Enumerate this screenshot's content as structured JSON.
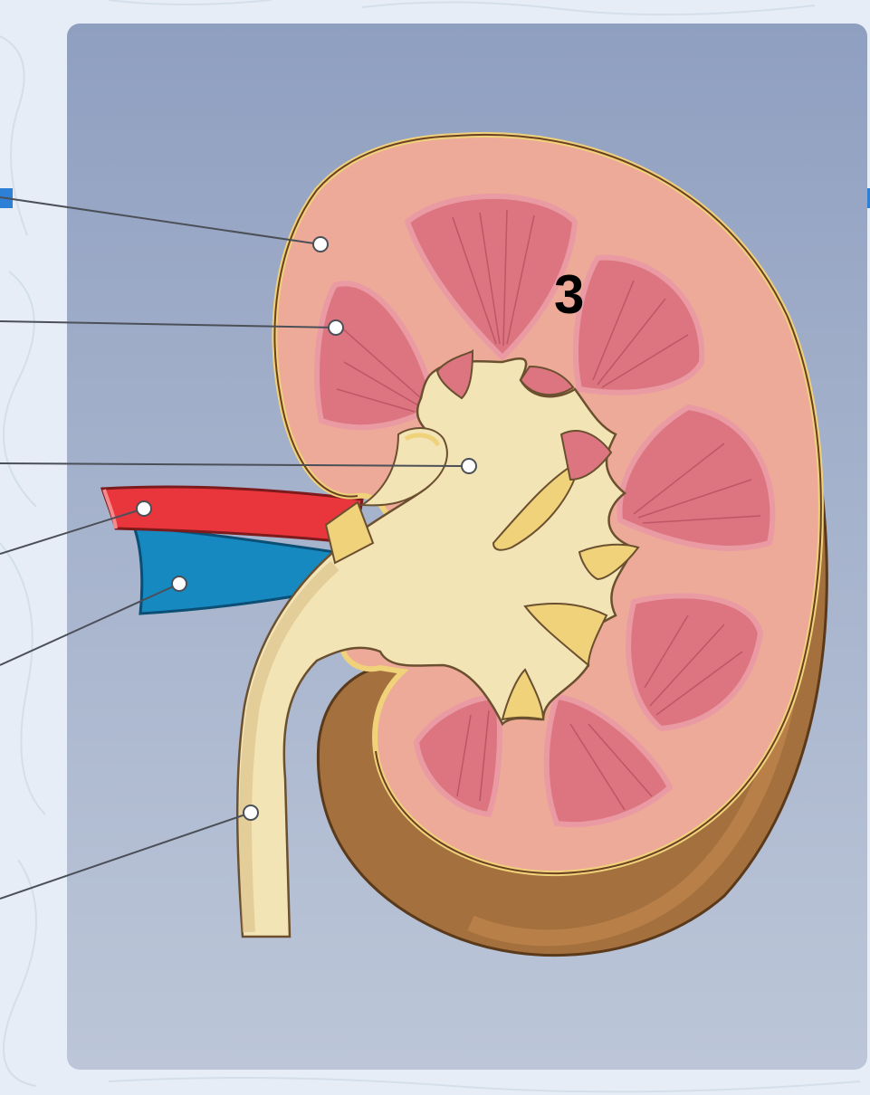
{
  "diagram": {
    "marker_number": "3",
    "colors": {
      "panel_top": "#8f9fc0",
      "cortex": "#eeaa98",
      "pyramid": "#dc7580",
      "pelvis": "#f3e4b6",
      "capsule": "#f0d27a",
      "artery": "#e8363c",
      "vein": "#1689c0",
      "outer_shell": "#a4703e",
      "leader_line": "#4b5058"
    },
    "callouts": [
      {
        "name": "callout-cortex"
      },
      {
        "name": "callout-pyramid"
      },
      {
        "name": "callout-pelvis"
      },
      {
        "name": "callout-renal-artery"
      },
      {
        "name": "callout-renal-vein"
      },
      {
        "name": "callout-ureter"
      }
    ]
  }
}
